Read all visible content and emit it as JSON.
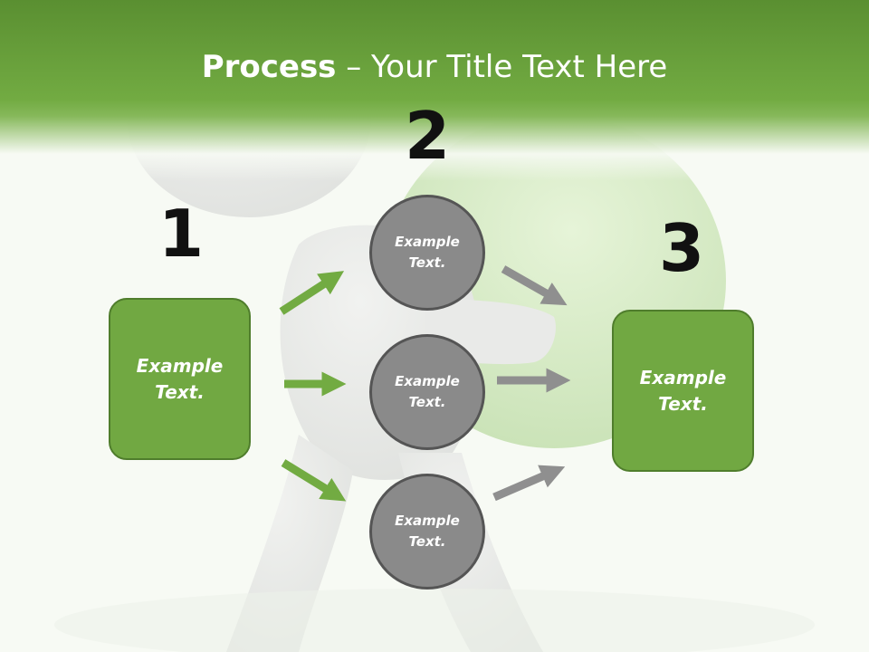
{
  "title": {
    "bold": "Process",
    "light": " – Your Title Text Here"
  },
  "steps": {
    "one": "1",
    "two": "2",
    "three": "3"
  },
  "left_box": {
    "line1": "Example",
    "line2": "Text."
  },
  "circles": [
    {
      "line1": "Example",
      "line2": "Text."
    },
    {
      "line1": "Example",
      "line2": "Text."
    },
    {
      "line1": "Example",
      "line2": "Text."
    }
  ],
  "right_box": {
    "line1": "Example",
    "line2": "Text."
  },
  "colors": {
    "header_green": "#72ab42",
    "box_green": "#71a842",
    "arrow_green": "#72ab42",
    "circle_gray": "#8a8a8a",
    "arrow_gray": "#8f8f8f"
  }
}
